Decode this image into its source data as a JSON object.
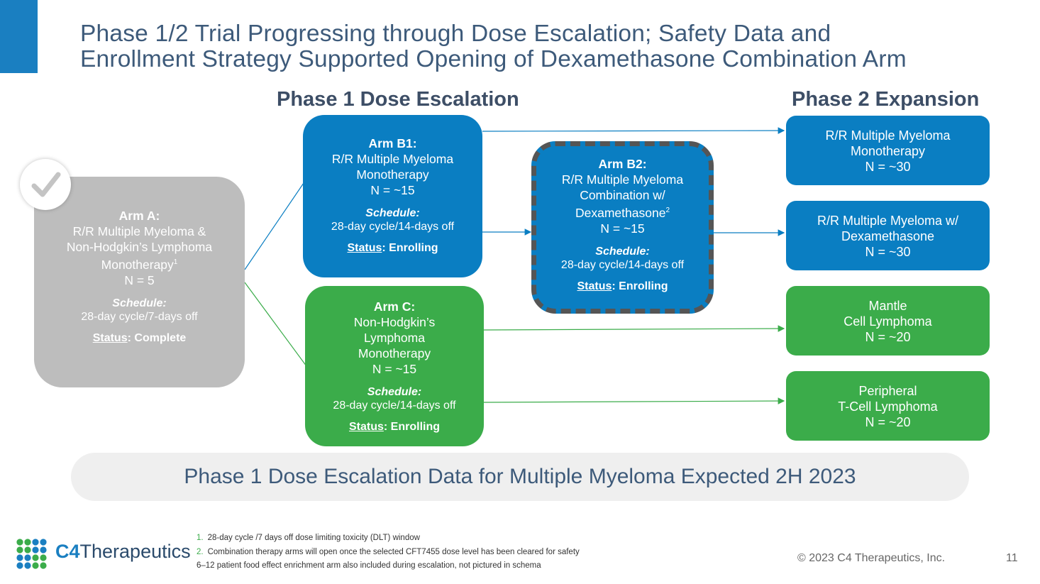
{
  "title": {
    "line1": "Phase 1/2 Trial Progressing through Dose Escalation; Safety Data and",
    "line2": "Enrollment Strategy Supported Opening of Dexamethasone Combination Arm"
  },
  "headers": {
    "phase1": "Phase 1 Dose Escalation",
    "phase2": "Phase 2 Expansion"
  },
  "arm_a": {
    "title": "Arm A:",
    "desc1": "R/R Multiple Myeloma &",
    "desc2": "Non-Hodgkin’s Lymphoma",
    "desc3": "Monotherapy",
    "sup": "1",
    "n": "N = 5",
    "schedule_label": "Schedule",
    "schedule": "28-day cycle/7-days off",
    "status_label": "Status",
    "status": "Complete"
  },
  "arm_b1": {
    "title": "Arm B1:",
    "desc1": "R/R Multiple Myeloma",
    "desc2": "Monotherapy",
    "n": "N = ~15",
    "schedule_label": "Schedule",
    "schedule": "28-day cycle/14-days off",
    "status_label": "Status",
    "status": "Enrolling"
  },
  "arm_b2": {
    "title": "Arm B2:",
    "desc1": "R/R Multiple Myeloma",
    "desc2": "Combination w/",
    "desc3": "Dexamethasone",
    "sup": "2",
    "n": "N = ~15",
    "schedule_label": "Schedule",
    "schedule": "28-day cycle/14-days off",
    "status_label": "Status",
    "status": "Enrolling"
  },
  "arm_c": {
    "title": "Arm C:",
    "desc1": "Non-Hodgkin’s",
    "desc2": "Lymphoma",
    "desc3": "Monotherapy",
    "n": "N = ~15",
    "schedule_label": "Schedule",
    "schedule": "28-day cycle/14-days off",
    "status_label": "Status",
    "status": "Enrolling"
  },
  "expansion": [
    {
      "line1": "R/R Multiple Myeloma",
      "line2": "Monotherapy",
      "n": "N = ~30"
    },
    {
      "line1": "R/R Multiple Myeloma w/",
      "line2": "Dexamethasone",
      "n": "N = ~30"
    },
    {
      "line1": "Mantle",
      "line2": "Cell Lymphoma",
      "n": "N = ~20"
    },
    {
      "line1": "Peripheral",
      "line2": "T-Cell Lymphoma",
      "n": "N = ~20"
    }
  ],
  "banner": "Phase 1 Dose Escalation Data for Multiple Myeloma Expected 2H 2023",
  "footnotes": [
    {
      "num": "1.",
      "text": "28-day cycle /7 days off dose limiting toxicity (DLT) window"
    },
    {
      "num": "2.",
      "text": "Combination therapy arms will open once the selected CFT7455 dose level has been cleared for safety"
    },
    {
      "num": "",
      "text": "6–12 patient food effect enrichment arm also included during escalation, not pictured in schema"
    }
  ],
  "logo": {
    "part1": "C4",
    "part2": "Therapeutics"
  },
  "copyright": "© 2023 C4 Therapeutics, Inc.",
  "page_number": "11",
  "colors": {
    "blue": "#0a7ec2",
    "green": "#3bac4a",
    "gray": "#bdbdbd",
    "title": "#3d5a7a"
  },
  "icons": {
    "check": "checkmark-icon",
    "logo": "c4-dot-grid-logo"
  }
}
